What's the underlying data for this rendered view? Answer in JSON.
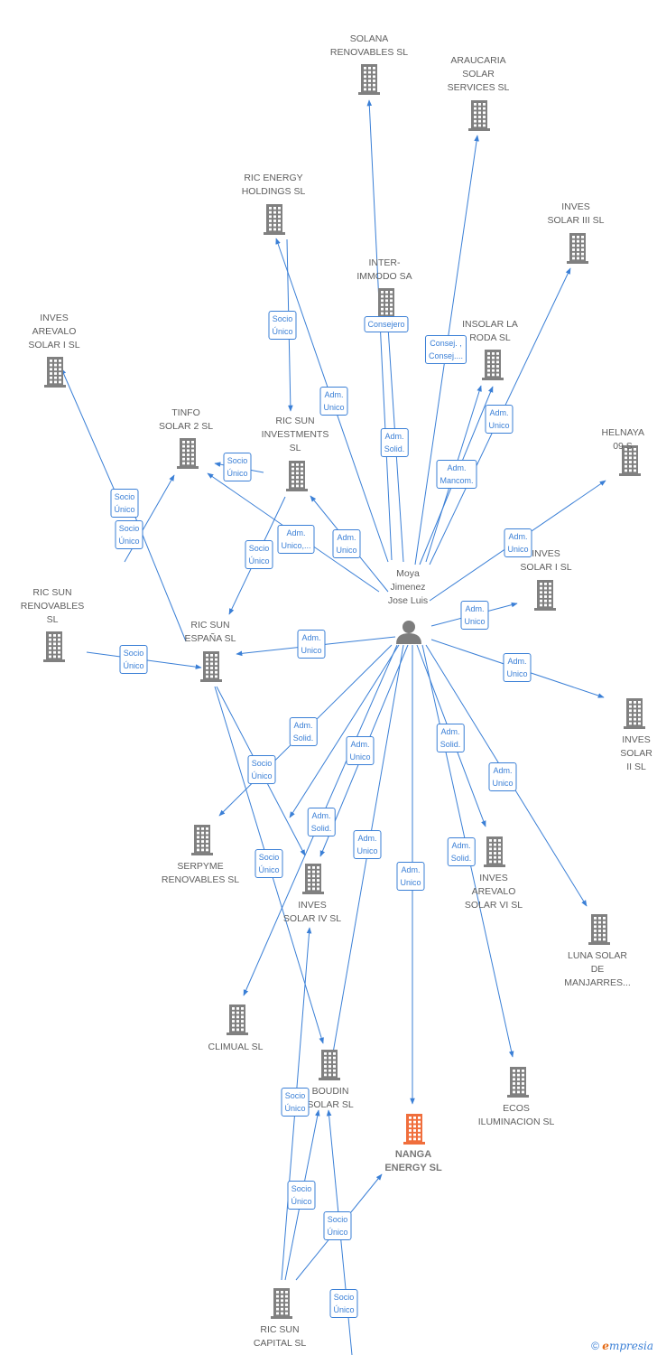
{
  "colors": {
    "edge": "#3a7fd6",
    "building": "#808080",
    "highlight": "#f06e3c",
    "person": "#7d7d7d"
  },
  "nodes": [
    {
      "id": "solana",
      "label": "SOLANA\nRENOVABLES SL",
      "icon": "building-icon"
    },
    {
      "id": "araucaria",
      "label": "ARAUCARIA\nSOLAR\nSERVICES SL",
      "icon": "building-icon"
    },
    {
      "id": "ric_energy",
      "label": "RIC ENERGY\nHOLDINGS  SL",
      "icon": "building-icon"
    },
    {
      "id": "inves_iii",
      "label": "INVES\nSOLAR III SL",
      "icon": "building-icon"
    },
    {
      "id": "intermmodo",
      "label": "INTER-\nIMMODO SA",
      "icon": "building-icon"
    },
    {
      "id": "insolar",
      "label": "INSOLAR LA\nRODA  SL",
      "icon": "building-icon"
    },
    {
      "id": "inves_arevalo_i",
      "label": "INVES\nAREVALO\nSOLAR I  SL",
      "icon": "building-icon"
    },
    {
      "id": "tinfo",
      "label": "TINFO\nSOLAR 2 SL",
      "icon": "building-icon"
    },
    {
      "id": "ric_sun_inv",
      "label": "RIC SUN\nINVESTMENTS\nSL",
      "icon": "building-icon"
    },
    {
      "id": "helnaya",
      "label": "HELNAYA 09 S",
      "icon": "building-icon"
    },
    {
      "id": "inves_i",
      "label": "INVES\nSOLAR I SL",
      "icon": "building-icon"
    },
    {
      "id": "ric_sun_ren",
      "label": "RIC SUN\nRENOVABLES\nSL",
      "icon": "building-icon"
    },
    {
      "id": "ric_sun_esp",
      "label": "RIC SUN\nESPAÑA  SL",
      "icon": "building-icon"
    },
    {
      "id": "person",
      "label": "Moya\nJimenez\nJose Luis",
      "icon": "person-icon"
    },
    {
      "id": "inves_ii",
      "label": "INVES\nSOLAR II SL",
      "icon": "building-icon"
    },
    {
      "id": "serpyme",
      "label": "SERPYME\nRENOVABLES SL",
      "icon": "building-icon"
    },
    {
      "id": "inves_iv",
      "label": "INVES\nSOLAR IV SL",
      "icon": "building-icon"
    },
    {
      "id": "inves_arevalo_vi",
      "label": "INVES\nAREVALO\nSOLAR VI SL",
      "icon": "building-icon"
    },
    {
      "id": "luna",
      "label": "LUNA SOLAR\nDE\nMANJARRES...",
      "icon": "building-icon"
    },
    {
      "id": "climual",
      "label": "CLIMUAL SL",
      "icon": "building-icon"
    },
    {
      "id": "boudin",
      "label": "BOUDIN\nSOLAR SL",
      "icon": "building-icon"
    },
    {
      "id": "ecos",
      "label": "ECOS\nILUMINACION SL",
      "icon": "building-icon"
    },
    {
      "id": "nanga",
      "label": "NANGA\nENERGY  SL",
      "icon": "building-icon",
      "highlight": true
    },
    {
      "id": "ric_sun_cap",
      "label": "RIC SUN\nCAPITAL  SL",
      "icon": "building-icon"
    }
  ],
  "edge_labels": [
    "Socio\nÚnico",
    "Consejero",
    "Consej. ,\nConsej....",
    "Adm.\nUnico",
    "Adm.\nSolid.",
    "Adm.\nUnico",
    "Socio\nÚnico",
    "Adm.\nMancom.",
    "Socio\nÚnico",
    "Socio\nÚnico",
    "Adm.\nUnico,...",
    "Adm.\nUnico",
    "Socio\nÚnico",
    "Adm.\nUnico",
    "Adm.\nUnico",
    "Socio\nÚnico",
    "Adm.\nUnico",
    "Adm.\nUnico",
    "Adm.\nSolid.",
    "Adm.\nUnico",
    "Adm.\nSolid.",
    "Socio\nÚnico",
    "Adm.\nUnico",
    "Adm.\nSolid.",
    "Socio\nÚnico",
    "Adm.\nUnico",
    "Adm.\nSolid.",
    "Adm.\nUnico",
    "Socio\nÚnico",
    "Socio\nÚnico",
    "Socio\nÚnico",
    "Socio\nÚnico"
  ],
  "footer": {
    "copyright": "©",
    "brand_first": "e",
    "brand_rest": "mpresia"
  }
}
